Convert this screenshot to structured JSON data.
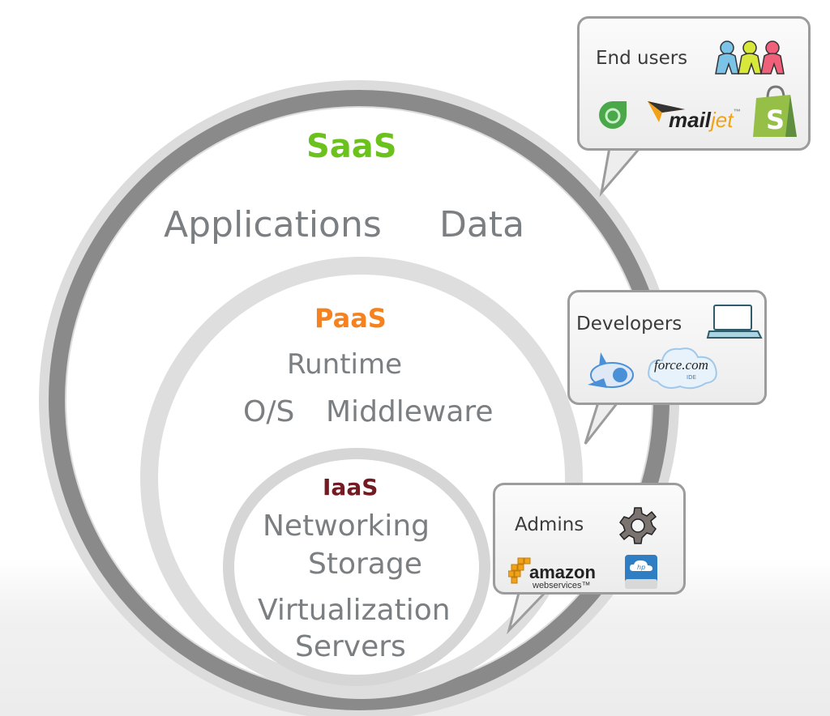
{
  "diagram": {
    "layers": [
      {
        "name": "SaaS",
        "color": "#6cc21c",
        "items": [
          "Applications",
          "Data"
        ]
      },
      {
        "name": "PaaS",
        "color": "#f5821f",
        "items": [
          "Runtime",
          "O/S",
          "Middleware"
        ]
      },
      {
        "name": "IaaS",
        "color": "#741a22",
        "items": [
          "Networking",
          "Storage",
          "Virtualization",
          "Servers"
        ]
      }
    ],
    "callouts": [
      {
        "title": "End users",
        "icons": [
          "people-icon",
          "freshdesk-logo",
          "mailjet-logo",
          "shopify-logo"
        ]
      },
      {
        "title": "Developers",
        "icons": [
          "laptop-icon",
          "app-engine-logo",
          "force-com-logo"
        ]
      },
      {
        "title": "Admins",
        "icons": [
          "gear-icon",
          "amazon-web-services-logo",
          "hp-cloud-drive-icon"
        ]
      }
    ],
    "logos": {
      "mailjet_a": "mail",
      "mailjet_b": "jet",
      "mailjet_tm": "™",
      "shopify_letter": "S",
      "force_text": "force.com",
      "force_sub": "IDE",
      "amazon_text": "amazon",
      "amazon_sub": "webservices™",
      "hp_text": "hp"
    }
  }
}
